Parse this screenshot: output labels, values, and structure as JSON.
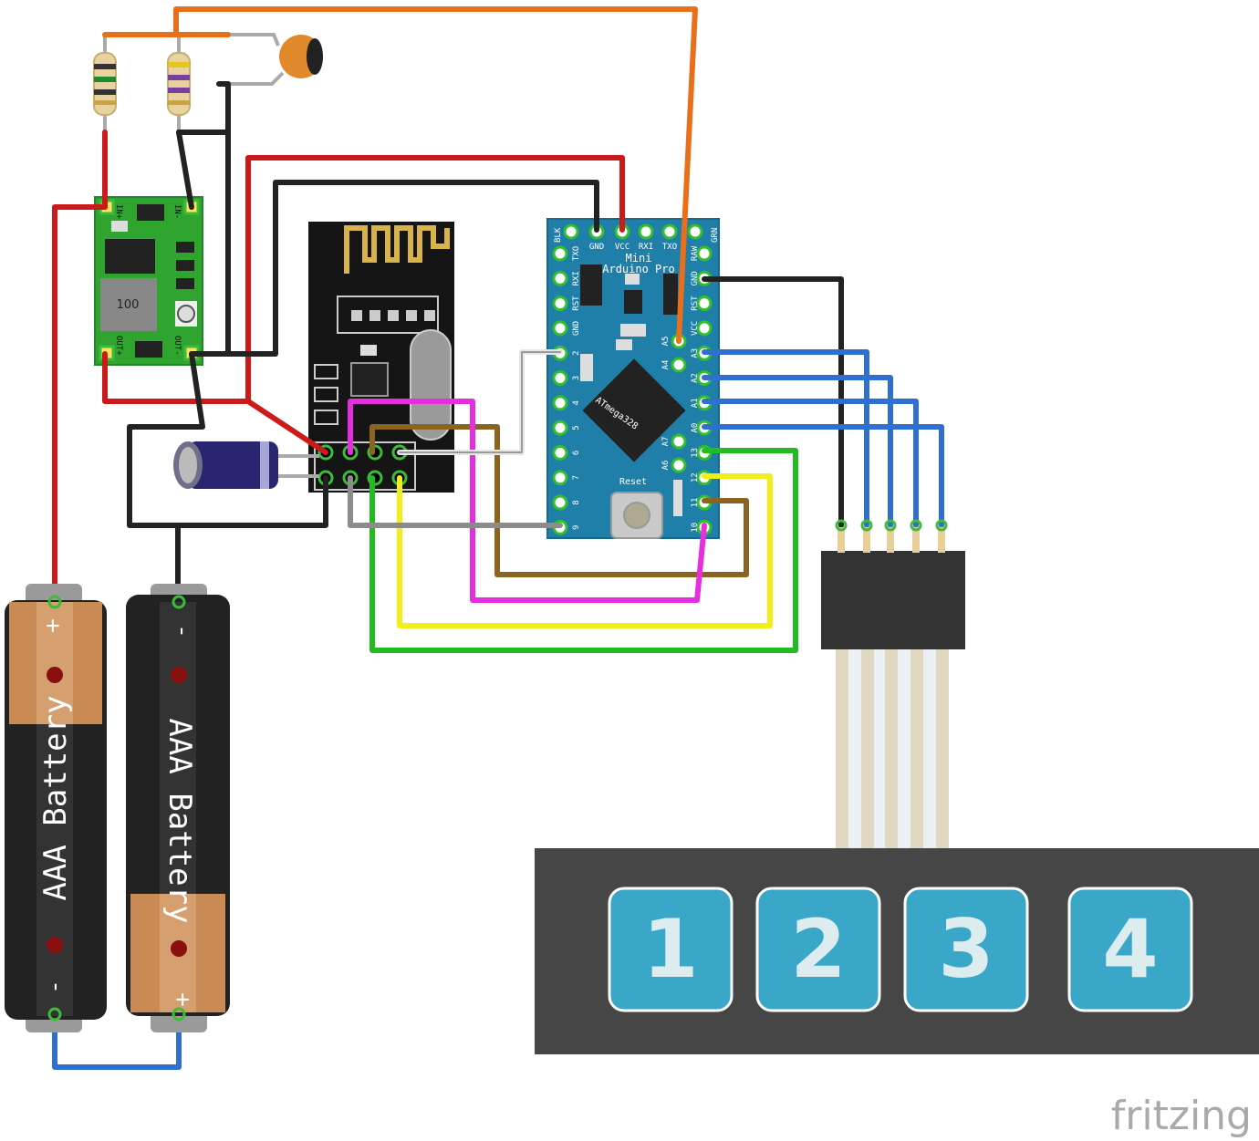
{
  "arduino": {
    "name_line1": "Mini",
    "name_line2": "Arduino Pro",
    "chip": "ATmega328",
    "reset": "Reset",
    "top_pins": [
      "BLK",
      "GND",
      "VCC",
      "RXI",
      "TXO",
      "GRN"
    ],
    "left_pins": [
      "TXO",
      "RXI",
      "RST",
      "GND",
      "2",
      "3",
      "4",
      "5",
      "6",
      "7",
      "8",
      "9"
    ],
    "right_pins": [
      "RAW",
      "GND",
      "RST",
      "VCC",
      "A3",
      "A2",
      "A1",
      "A0",
      "13",
      "12",
      "11",
      "10"
    ],
    "inner_pins": [
      "A5",
      "A4",
      "A7",
      "A6"
    ]
  },
  "converter": {
    "in_plus": "IN+",
    "in_minus": "IN-",
    "out_plus": "OUT+",
    "out_minus": "OUT-",
    "inductor": "100"
  },
  "batteries": [
    {
      "label": "AAA Battery",
      "plus": "+",
      "minus": "-"
    },
    {
      "label": "AAA Battery",
      "plus": "+",
      "minus": "-"
    }
  ],
  "keypad": {
    "keys": [
      "1",
      "2",
      "3",
      "4"
    ]
  },
  "watermark": "fritzing",
  "colors": {
    "red": "#cc1a1a",
    "black": "#222222",
    "orange": "#e8701a",
    "blue": "#2e6fd0",
    "green": "#22bb22",
    "yellow": "#f2ee1a",
    "magenta": "#e62ee0",
    "brown": "#8a6420",
    "gray": "#8c8c8c",
    "white": "#f4f4f4",
    "board_blue": "#1f7fa8",
    "converter_green": "#2fa52f",
    "key_blue": "#3aa7c9",
    "keypad_body": "#464646"
  }
}
